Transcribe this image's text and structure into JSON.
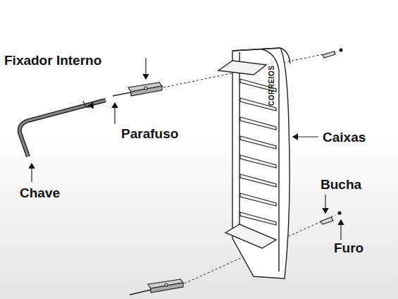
{
  "diagram": {
    "labels": [
      "Fixador Interno",
      "Parafuso",
      "Chave",
      "Caixas",
      "Bucha",
      "Furo",
      "CORREIOS"
    ]
  }
}
